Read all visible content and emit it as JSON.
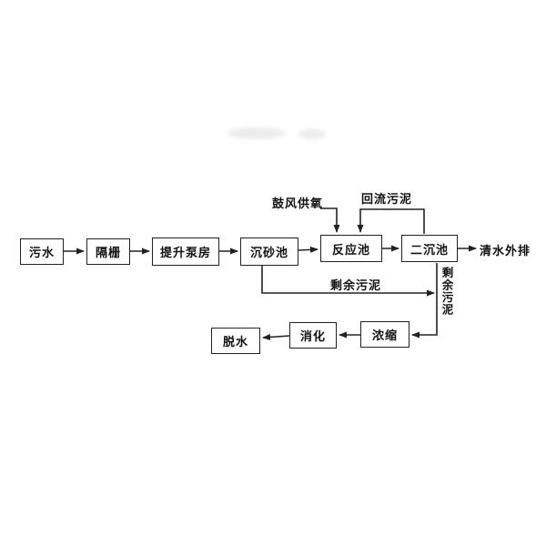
{
  "diagram": {
    "title_hint": "wastewater-treatment-process-flow",
    "colors": {
      "line": "#222222",
      "text": "#111111",
      "background": "#ffffff"
    },
    "nodes": [
      {
        "id": "sewage",
        "label": "污水"
      },
      {
        "id": "bar-screen",
        "label": "隔栅"
      },
      {
        "id": "lift-pump-house",
        "label": "提升泵房"
      },
      {
        "id": "grit-chamber",
        "label": "沉砂池"
      },
      {
        "id": "reaction-tank",
        "label": "反应池"
      },
      {
        "id": "secondary-clarifier",
        "label": "二沉池"
      },
      {
        "id": "thickening",
        "label": "浓缩"
      },
      {
        "id": "digestion",
        "label": "消化"
      },
      {
        "id": "dewatering",
        "label": "脱水"
      }
    ],
    "labels": {
      "blower_oxygen": "鼓风供氧",
      "return_sludge": "回流污泥",
      "excess_sludge": "剩余污泥",
      "excess_sludge_vertical": "剩余污泥",
      "effluent": "清水外排"
    }
  }
}
